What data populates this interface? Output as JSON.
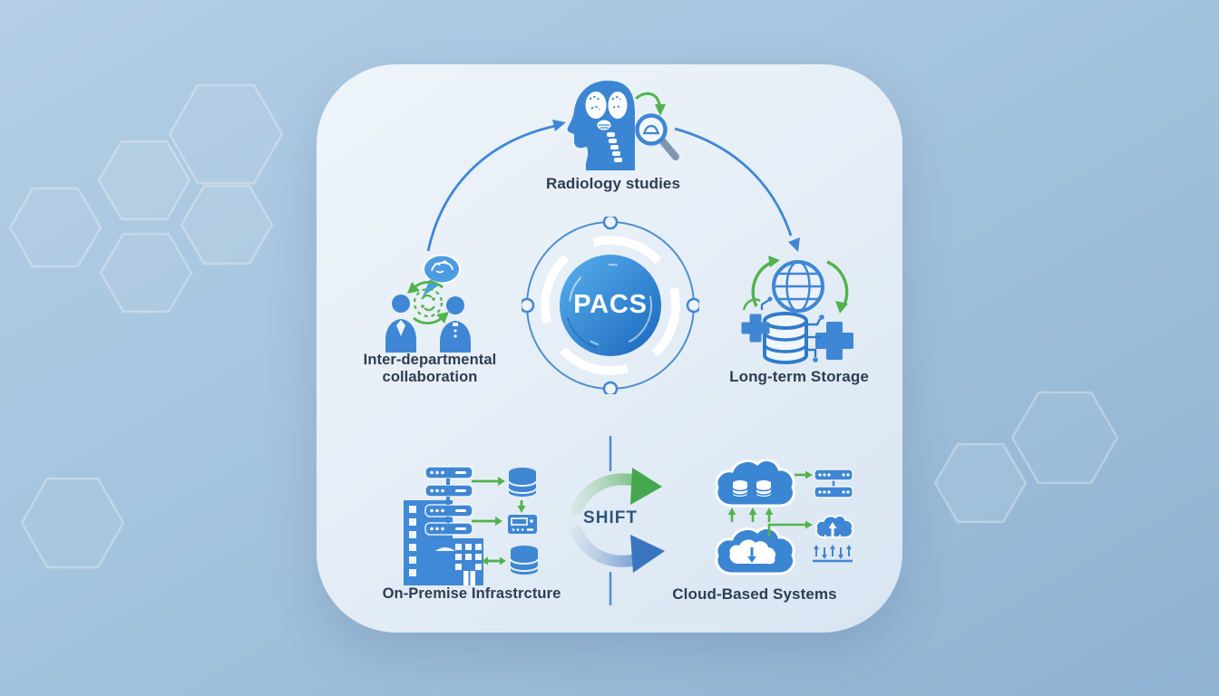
{
  "diagram": {
    "type": "infographic",
    "center": {
      "label": "PACS"
    },
    "nodes": {
      "radiology": {
        "label": "Radiology studies"
      },
      "collaboration": {
        "label": "Inter-departmental collaboration"
      },
      "storage": {
        "label": "Long-term Storage"
      },
      "on_premise": {
        "label": "On-Premise Infrastrcture"
      },
      "cloud": {
        "label": "Cloud-Based Systems"
      },
      "shift": {
        "label": "SHIFT"
      }
    },
    "colors": {
      "page_background": "#a4c3dd",
      "card_background": "#e8eff7",
      "icon_blue": "#3b86d3",
      "icon_deep_blue": "#2f7cc9",
      "arrow_green": "#52b34c",
      "label_text": "#2e3d52",
      "pacs_gradient_start": "#58b0ec",
      "pacs_gradient_end": "#1b67bd"
    }
  }
}
